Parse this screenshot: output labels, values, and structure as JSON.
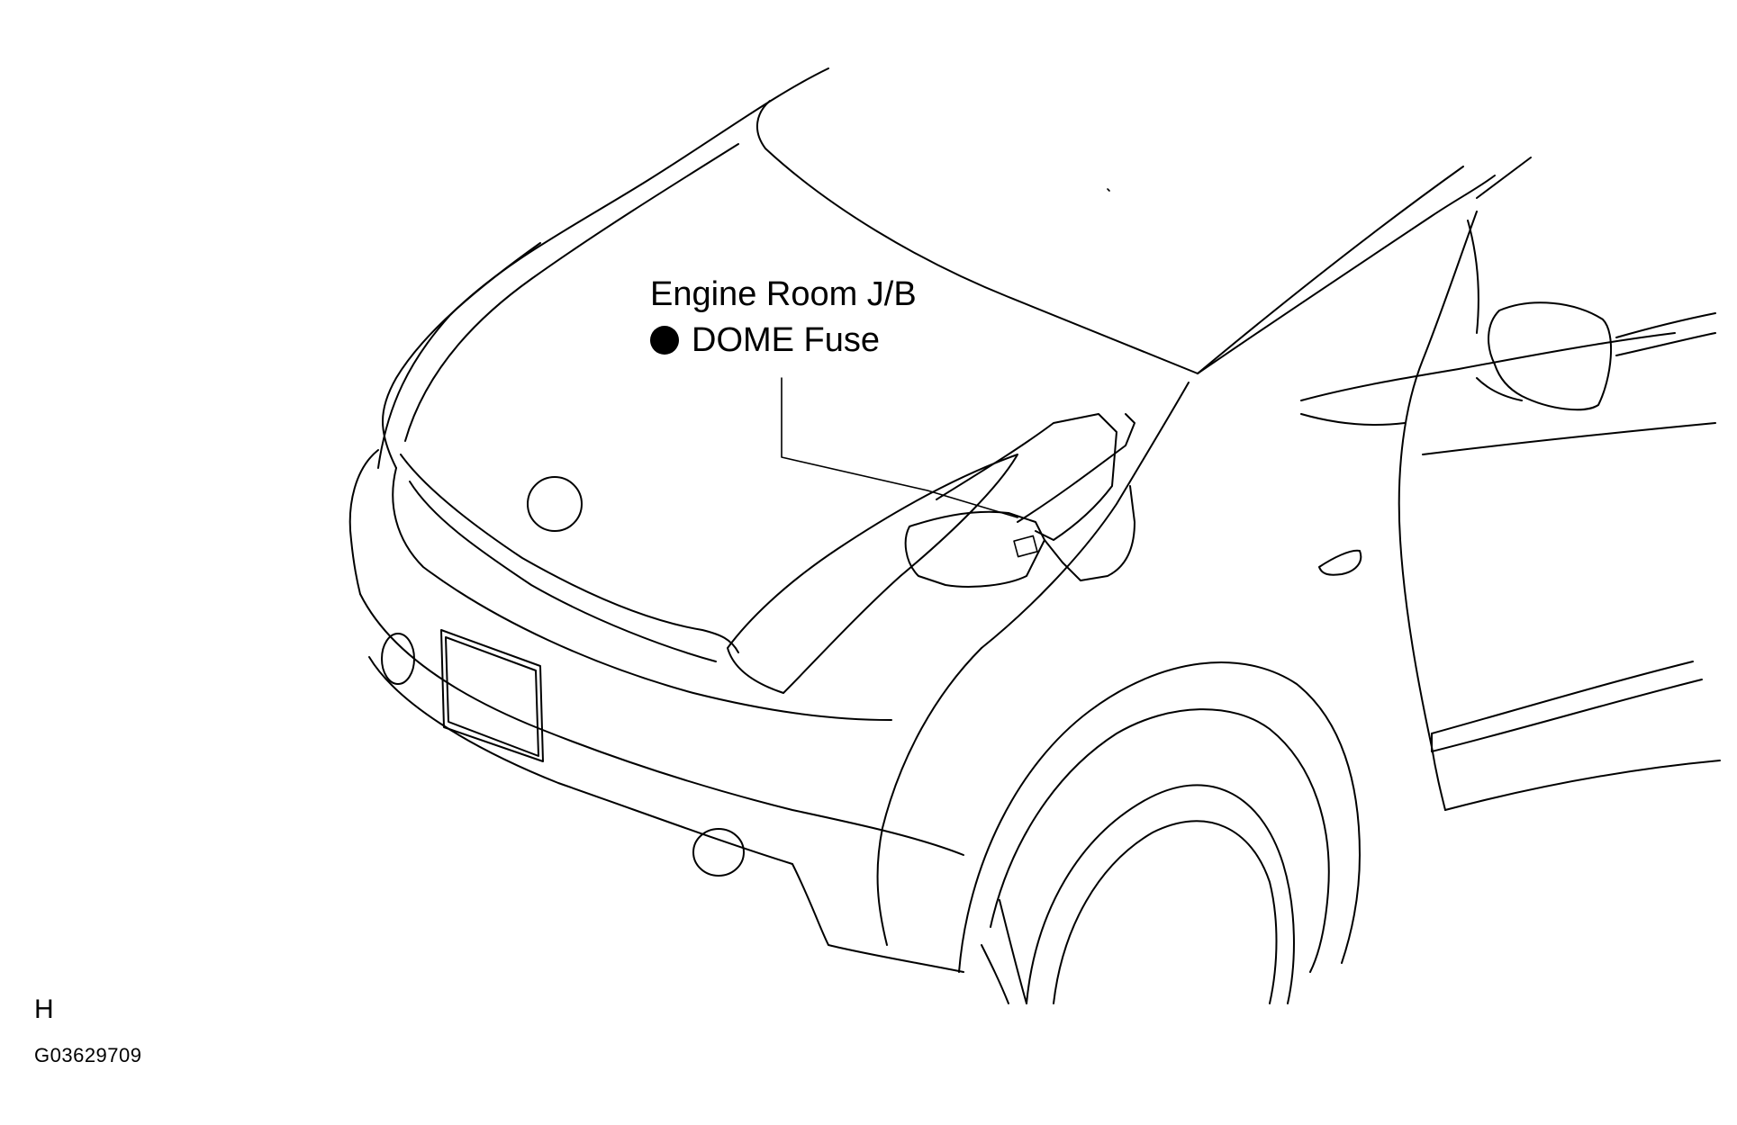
{
  "callout": {
    "title": "Engine Room J/B",
    "item_label": "DOME Fuse"
  },
  "figure": {
    "section_letter": "H",
    "code": "G03629709"
  },
  "colors": {
    "line": "#000000",
    "background": "#ffffff"
  }
}
